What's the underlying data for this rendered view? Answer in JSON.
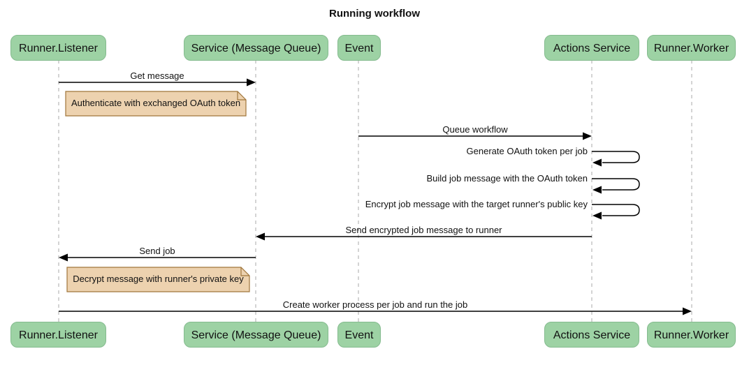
{
  "title": "Running workflow",
  "diagram_type": "sequence",
  "participants": [
    {
      "label": "Runner.Listener"
    },
    {
      "label": "Service (Message Queue)"
    },
    {
      "label": "Event"
    },
    {
      "label": "Actions Service"
    },
    {
      "label": "Runner.Worker"
    }
  ],
  "messages": [
    {
      "label": "Get message",
      "from": "Runner.Listener",
      "to": "Service (Message Queue)",
      "type": "solid-arrow"
    },
    {
      "label": "Queue workflow",
      "from": "Event",
      "to": "Actions Service",
      "type": "solid-arrow"
    },
    {
      "label": "Generate OAuth token per job",
      "from": "Actions Service",
      "to": "Actions Service",
      "type": "self-loop"
    },
    {
      "label": "Build job message with the OAuth token",
      "from": "Actions Service",
      "to": "Actions Service",
      "type": "self-loop"
    },
    {
      "label": "Encrypt job message with the target runner's public key",
      "from": "Actions Service",
      "to": "Actions Service",
      "type": "self-loop"
    },
    {
      "label": "Send encrypted job message to runner",
      "from": "Actions Service",
      "to": "Service (Message Queue)",
      "type": "solid-arrow"
    },
    {
      "label": "Send job",
      "from": "Service (Message Queue)",
      "to": "Runner.Listener",
      "type": "solid-arrow"
    },
    {
      "label": "Create worker process per job and run the job",
      "from": "Runner.Listener",
      "to": "Runner.Worker",
      "type": "solid-arrow"
    }
  ],
  "notes": [
    {
      "text": "Authenticate with exchanged OAuth token",
      "position": "right of Runner.Listener"
    },
    {
      "text": "Decrypt message with runner's private key",
      "position": "right of Runner.Listener"
    }
  ],
  "colors": {
    "participant_fill": "#9DD2A4",
    "participant_border": "#84BB8E",
    "note_fill": "#EDD2AF",
    "note_border": "#A0763B",
    "lifeline": "#A8A8A8",
    "line": "#000000",
    "text": "#151515",
    "background": "#FFFFFF"
  }
}
